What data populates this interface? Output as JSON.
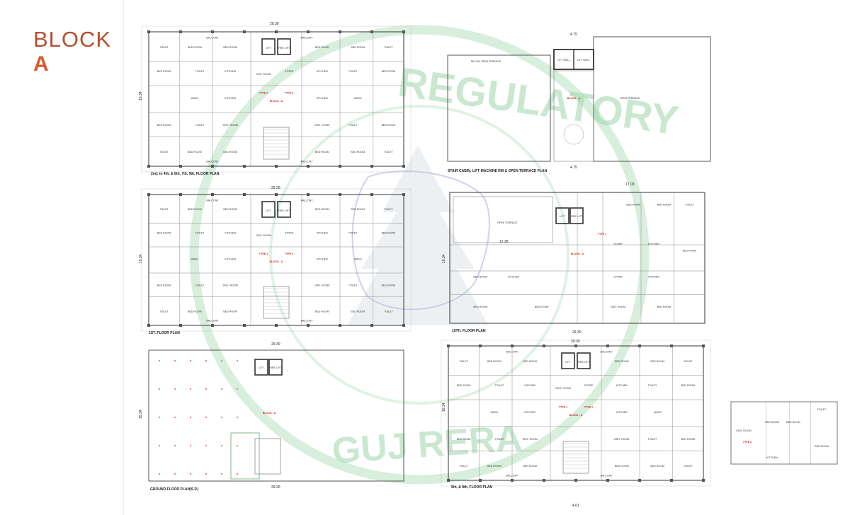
{
  "header": {
    "block_word": "BLOCK",
    "block_letter": "A"
  },
  "colors": {
    "accent": "#b3502f",
    "accent_letter": "#d85a2e",
    "watermark": "#9fd6ab",
    "red_label": "#d62020",
    "wall": "#555555"
  },
  "watermark": {
    "text_top": "REGULATORY",
    "text_bottom": "GUJ RERA"
  },
  "plans": {
    "p1": {
      "title": "2nd, to 4th, & 6th, 7th, 9th, FLOOR PLAN",
      "dim_top": "29.30",
      "dim_side": "15.34"
    },
    "p2": {
      "title": "STAIR CABIN, LIFT MACHINE RM & OPEN TERRACE PLAN",
      "dim_top": "4.75",
      "dim_bottom": "4.75",
      "terrace_label": "OPEN TERRACE",
      "terrace_left": "BELOW OPEN TERRACE"
    },
    "p3": {
      "title": "1ST. FLOOR PLAN",
      "dim_top": "29.30",
      "dim_side": "15.34"
    },
    "p4": {
      "title": "10TH. FLOOR PLAN",
      "dim_top": "17.03",
      "dim_bottom": "29.30",
      "dim_mid": "12.28",
      "dim_side": "15.34",
      "terrace_label": "OPEN TERRACE"
    },
    "p5": {
      "title": "GROUND FLOOR PLAN(S.P.)",
      "dim_top": "29.30",
      "dim_bottom": "29.30",
      "dim_side": "15.34"
    },
    "p6": {
      "title": "5th, & 8th, FLOOR PLAN",
      "dim_top": "29.30",
      "dim_bottom": "4.61",
      "dim_side": "15.34"
    }
  },
  "labels": {
    "bed": "BED ROOM",
    "toilet": "TOILET",
    "kitchen": "KITCHEN",
    "balcony": "BALCONY",
    "drawing": "DRG. ROOM",
    "wash": "WASH",
    "store": "STORE",
    "lift": "LIFT",
    "fire_lift": "FIRE LIFT",
    "lift_well": "LIFT WELL",
    "type1": "TYPE 1",
    "type2": "TYPE 2",
    "block_a": "BLOCK - A"
  }
}
